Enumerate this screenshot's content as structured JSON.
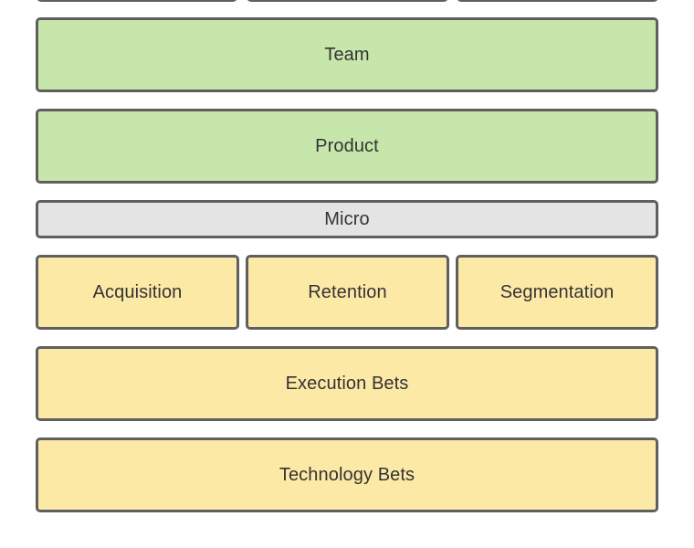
{
  "colors": {
    "green_fill": "#c7e6ab",
    "grey_fill": "#e4e4e4",
    "yellow_fill": "#fde9a6",
    "border": "#5f5f5f",
    "text": "#333333"
  },
  "top_row": {
    "cropped_blocks": [
      "",
      "",
      ""
    ]
  },
  "blocks": {
    "team": "Team",
    "product": "Product",
    "micro": "Micro",
    "acquisition": "Acquisition",
    "retention": "Retention",
    "segmentation": "Segmentation",
    "execution_bets": "Execution Bets",
    "technology_bets": "Technology Bets"
  }
}
